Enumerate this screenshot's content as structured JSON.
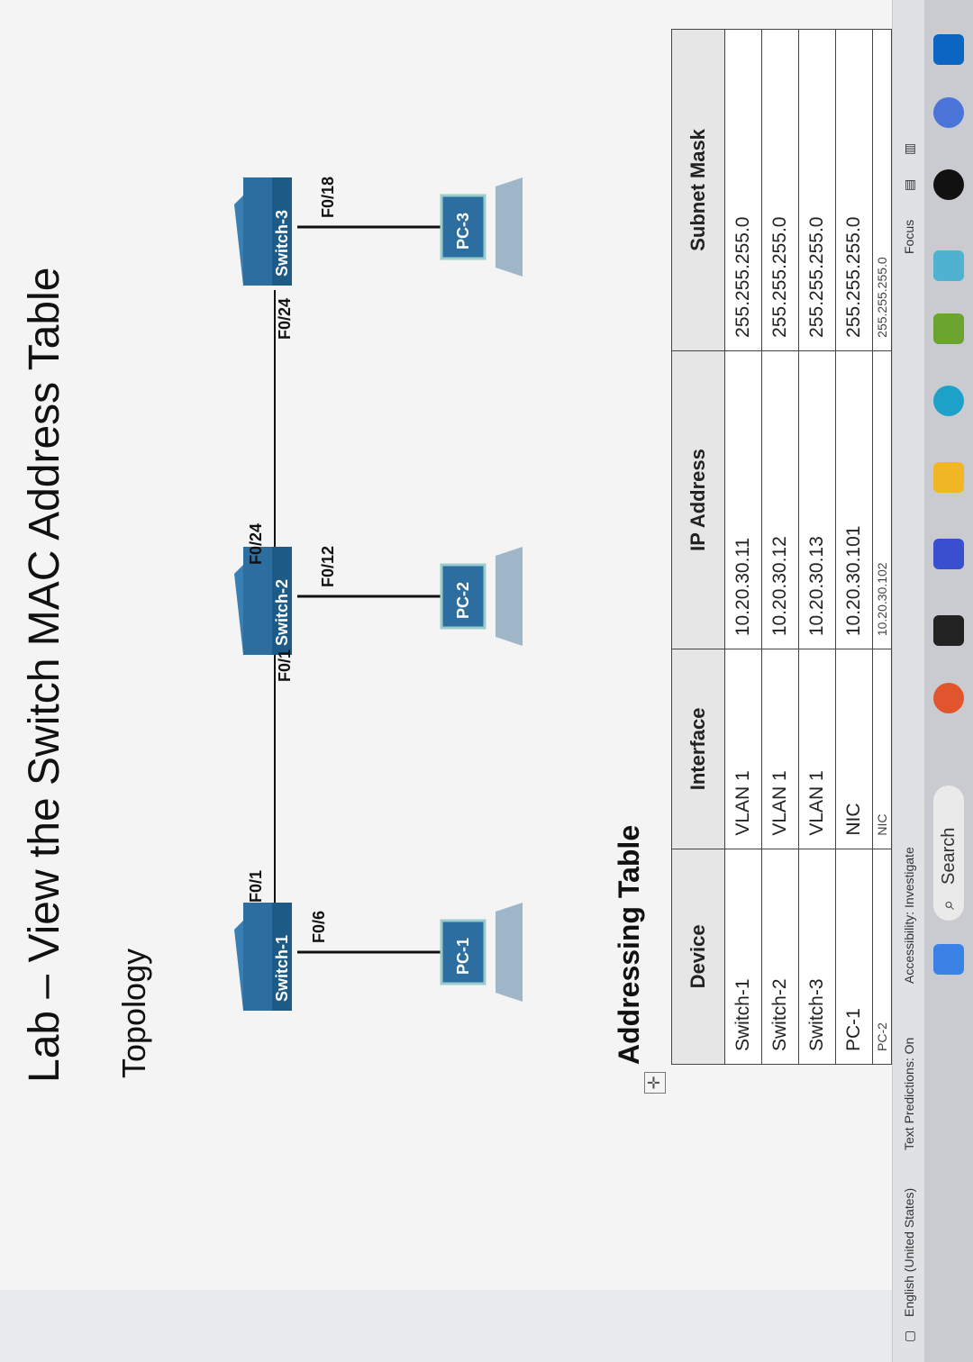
{
  "document": {
    "title": "Lab – View the Switch MAC Address Table",
    "topology_heading": "Topology",
    "addressing_heading": "Addressing Table"
  },
  "topology": {
    "switches": [
      "Switch-1",
      "Switch-2",
      "Switch-3"
    ],
    "pcs": [
      "PC-1",
      "PC-2",
      "PC-3"
    ],
    "ports": {
      "s1_uplink": "F0/1",
      "s1_pc": "F0/6",
      "s2_left": "F0/1",
      "s2_right": "F0/24",
      "s2_pc": "F0/12",
      "s3_left": "F0/24",
      "s3_pc": "F0/18"
    }
  },
  "addressing_table": {
    "headers": [
      "Device",
      "Interface",
      "IP Address",
      "Subnet Mask"
    ],
    "rows": [
      [
        "Switch-1",
        "VLAN 1",
        "10.20.30.11",
        "255.255.255.0"
      ],
      [
        "Switch-2",
        "VLAN 1",
        "10.20.30.12",
        "255.255.255.0"
      ],
      [
        "Switch-3",
        "VLAN 1",
        "10.20.30.13",
        "255.255.255.0"
      ],
      [
        "PC-1",
        "NIC",
        "10.20.30.101",
        "255.255.255.0"
      ],
      [
        "PC-2",
        "NIC",
        "10.20.30.102",
        "255.255.255.0"
      ]
    ]
  },
  "status_bar": {
    "language": "English (United States)",
    "text_predictions": "Text Predictions: On",
    "accessibility": "Accessibility: Investigate",
    "focus": "Focus"
  },
  "taskbar": {
    "search_label": "Search"
  }
}
